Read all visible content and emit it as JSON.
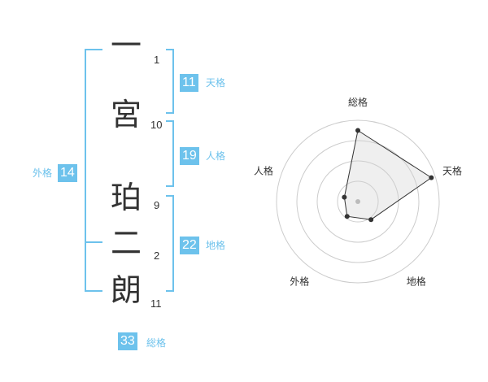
{
  "name": {
    "chars": [
      {
        "char": "一",
        "strokes": "1"
      },
      {
        "char": "宮",
        "strokes": "10"
      },
      {
        "char": "珀",
        "strokes": "9"
      },
      {
        "char": "二",
        "strokes": "2"
      },
      {
        "char": "朗",
        "strokes": "11"
      }
    ]
  },
  "fortunes": {
    "tenkaku": {
      "value": "11",
      "label": "天格"
    },
    "jinkaku": {
      "value": "19",
      "label": "人格"
    },
    "chikaku": {
      "value": "22",
      "label": "地格"
    },
    "gaikaku": {
      "value": "14",
      "label": "外格"
    },
    "soukaku": {
      "value": "33",
      "label": "総格"
    }
  },
  "colors": {
    "accent": "#6dc2ec",
    "text": "#333333",
    "grid": "#cccccc"
  },
  "chart_data": {
    "type": "radar",
    "axes": [
      "総格",
      "天格",
      "地格",
      "外格",
      "人格"
    ],
    "rings": 4,
    "values": [
      3.5,
      3.8,
      1.1,
      0.9,
      0.7
    ],
    "max": 4
  }
}
